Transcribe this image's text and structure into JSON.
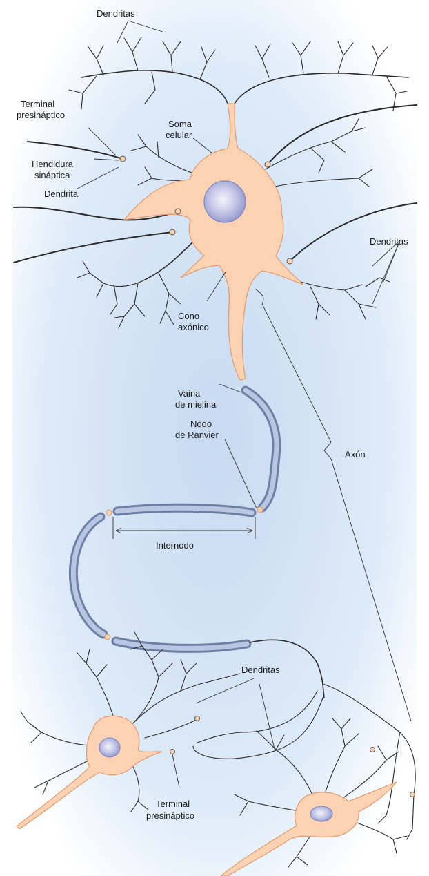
{
  "labels": {
    "dendritas_top": "Dendritas",
    "terminal_presinaptico_1": "Terminal",
    "terminal_presinaptico_2": "presináptico",
    "soma_1": "Soma",
    "soma_2": "celular",
    "hendidura_1": "Hendidura",
    "hendidura_2": "sináptica",
    "dendrita": "Dendrita",
    "dendritas_right": "Dendritas",
    "cono_1": "Cono",
    "cono_2": "axónico",
    "vaina_1": "Vaina",
    "vaina_2": "de mielina",
    "nodo_1": "Nodo",
    "nodo_2": "de Ranvier",
    "axon": "Axón",
    "internodo": "Internodo",
    "dendritas_bottom": "Dendritas",
    "terminal_bottom_1": "Terminal",
    "terminal_bottom_2": "presináptico"
  },
  "colors": {
    "background": "#ddeaf8",
    "cell_body": "#fbd2b4",
    "nucleus": "#c3c6e6",
    "myelin": "#9aaad0"
  }
}
